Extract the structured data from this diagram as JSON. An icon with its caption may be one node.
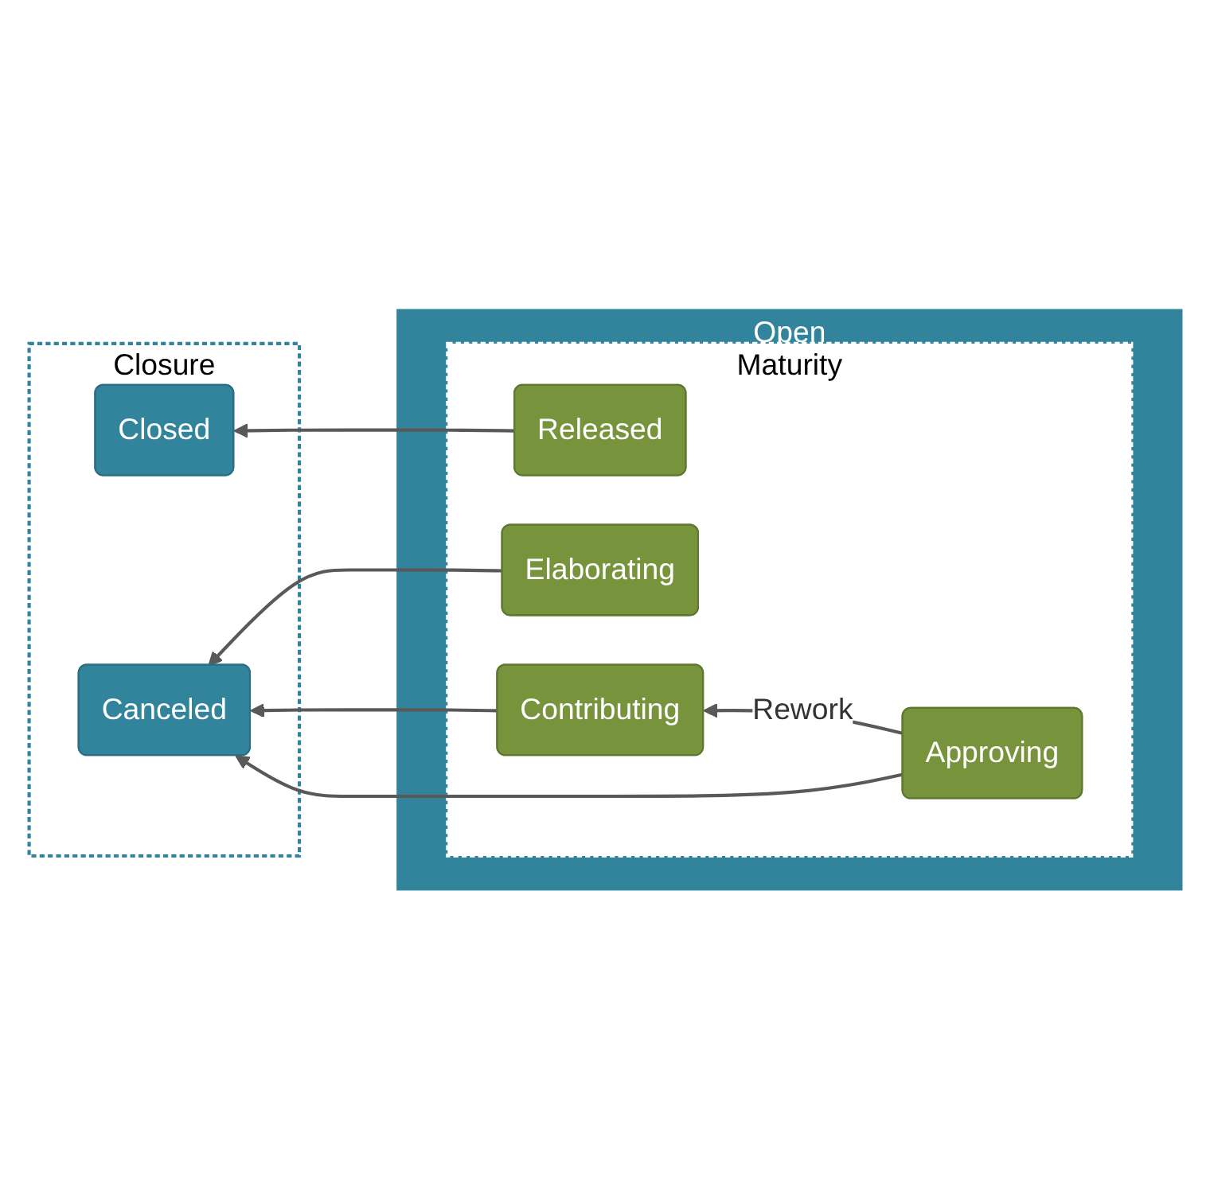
{
  "diagram": {
    "nodes": [
      {
        "text": [
          "Closure"
        ]
      },
      {
        "text": [
          "Open"
        ]
      },
      {
        "text": [
          "Closed"
        ],
        "in": 0
      },
      {
        "text": [
          "Canceled"
        ],
        "in": 0
      },
      {
        "text": [
          "Maturity"
        ],
        "in": 1
      },
      {
        "text": [
          "Elaborating"
        ],
        "in": 4
      },
      {
        "text": [
          "Contributing"
        ],
        "in": 4
      },
      {
        "text": [
          "Approving"
        ],
        "in": 4
      },
      {
        "text": [
          "Released"
        ],
        "in": 4
      }
    ],
    "edges": [
      {
        "from": 5,
        "to": 3,
        "arrow": "to"
      },
      {
        "from": 6,
        "to": 3,
        "arrow": "to"
      },
      {
        "from": 7,
        "to": 3,
        "arrow": "to"
      },
      {
        "from": 7,
        "to": 6,
        "label": "Rework",
        "arrow": "to"
      },
      {
        "from": 8,
        "to": 2,
        "arrow": "to"
      }
    ]
  }
}
